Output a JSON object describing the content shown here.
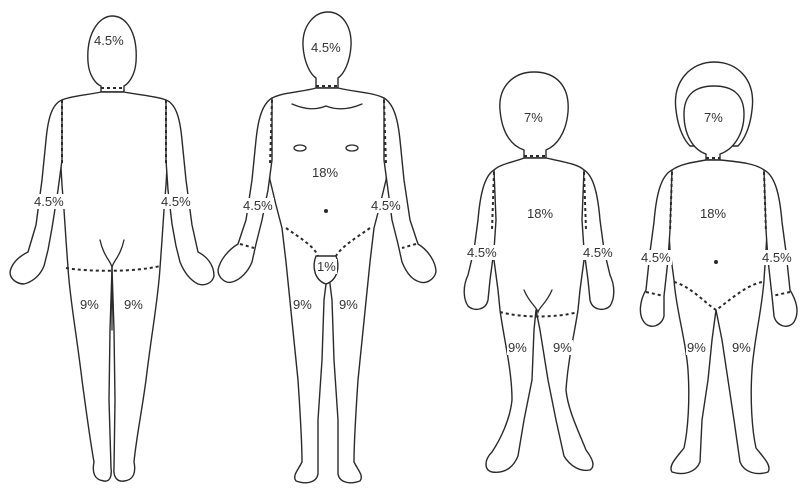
{
  "figures": [
    {
      "id": "adult-back",
      "labels": {
        "head": "4.5%",
        "arm_left": "4.5%",
        "arm_right": "4.5%",
        "leg_left": "9%",
        "leg_right": "9%"
      }
    },
    {
      "id": "adult-front",
      "labels": {
        "head": "4.5%",
        "trunk": "18%",
        "arm_left": "4.5%",
        "arm_right": "4.5%",
        "groin": "1%",
        "leg_left": "9%",
        "leg_right": "9%"
      }
    },
    {
      "id": "child-back",
      "labels": {
        "head": "7%",
        "trunk": "18%",
        "arm_left": "4.5%",
        "arm_right": "4.5%",
        "leg_left": "9%",
        "leg_right": "9%"
      }
    },
    {
      "id": "child-front",
      "labels": {
        "head": "7%",
        "trunk": "18%",
        "arm_left": "4.5%",
        "arm_right": "4.5%",
        "leg_left": "9%",
        "leg_right": "9%"
      }
    }
  ]
}
